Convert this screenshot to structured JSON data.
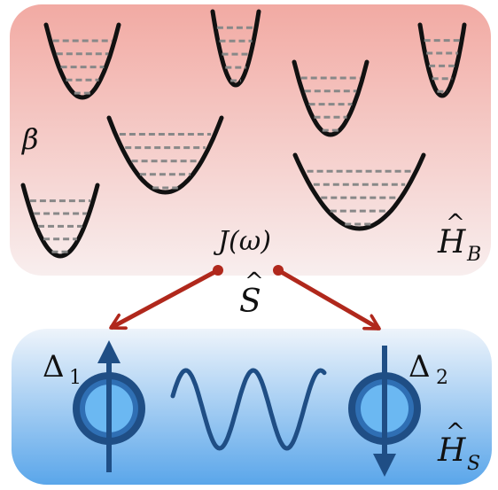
{
  "bath": {
    "temperature_symbol": "β",
    "hamiltonian_base": "H",
    "hamiltonian_hat": "^",
    "hamiltonian_sub": "B",
    "gradient_top": "#f2aaa3",
    "gradient_bottom": "#f8eeee"
  },
  "coupling": {
    "spectral_density": "J(ω)",
    "operator_base": "S",
    "operator_hat": "^",
    "arrow_color": "#b0281c"
  },
  "system": {
    "hamiltonian_base": "H",
    "hamiltonian_hat": "^",
    "hamiltonian_sub": "S",
    "gradient_top": "#eef4fb",
    "gradient_bottom": "#5aa6ea",
    "spin_colors": {
      "outer": "#1f4e85",
      "ring": "#2f6fb4",
      "inner": "#6bb8f2"
    },
    "wave_color": "#1f4e85",
    "spins": [
      {
        "splitting_symbol": "Δ",
        "subscript": "1",
        "direction": "up"
      },
      {
        "splitting_symbol": "Δ",
        "subscript": "2",
        "direction": "down"
      }
    ]
  }
}
